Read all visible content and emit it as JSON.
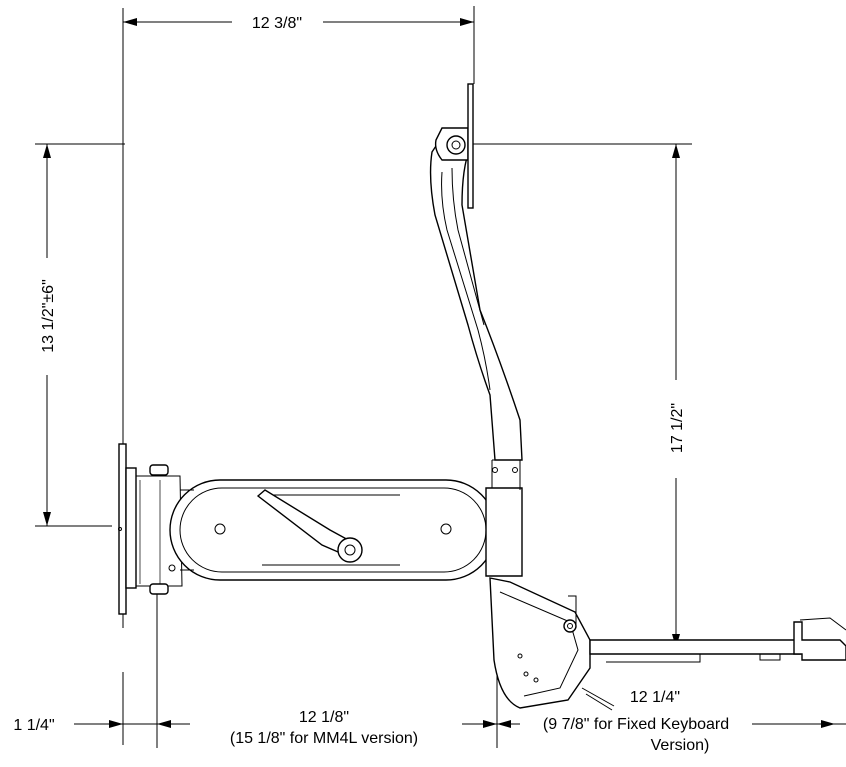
{
  "dimensions": {
    "top_width": "12 3/8\"",
    "left_height": "13 1/2\"±6\"",
    "right_height": "17 1/2\"",
    "bottom_left": "1 1/4\"",
    "bottom_mid_line1": "12 1/8\"",
    "bottom_mid_line2": "(15 1/8\" for MM4L version)",
    "bottom_right_line1": "12 1/4\"",
    "bottom_right_line2": "(9 7/8\" for Fixed Keyboard",
    "bottom_right_line3": "Version)"
  }
}
